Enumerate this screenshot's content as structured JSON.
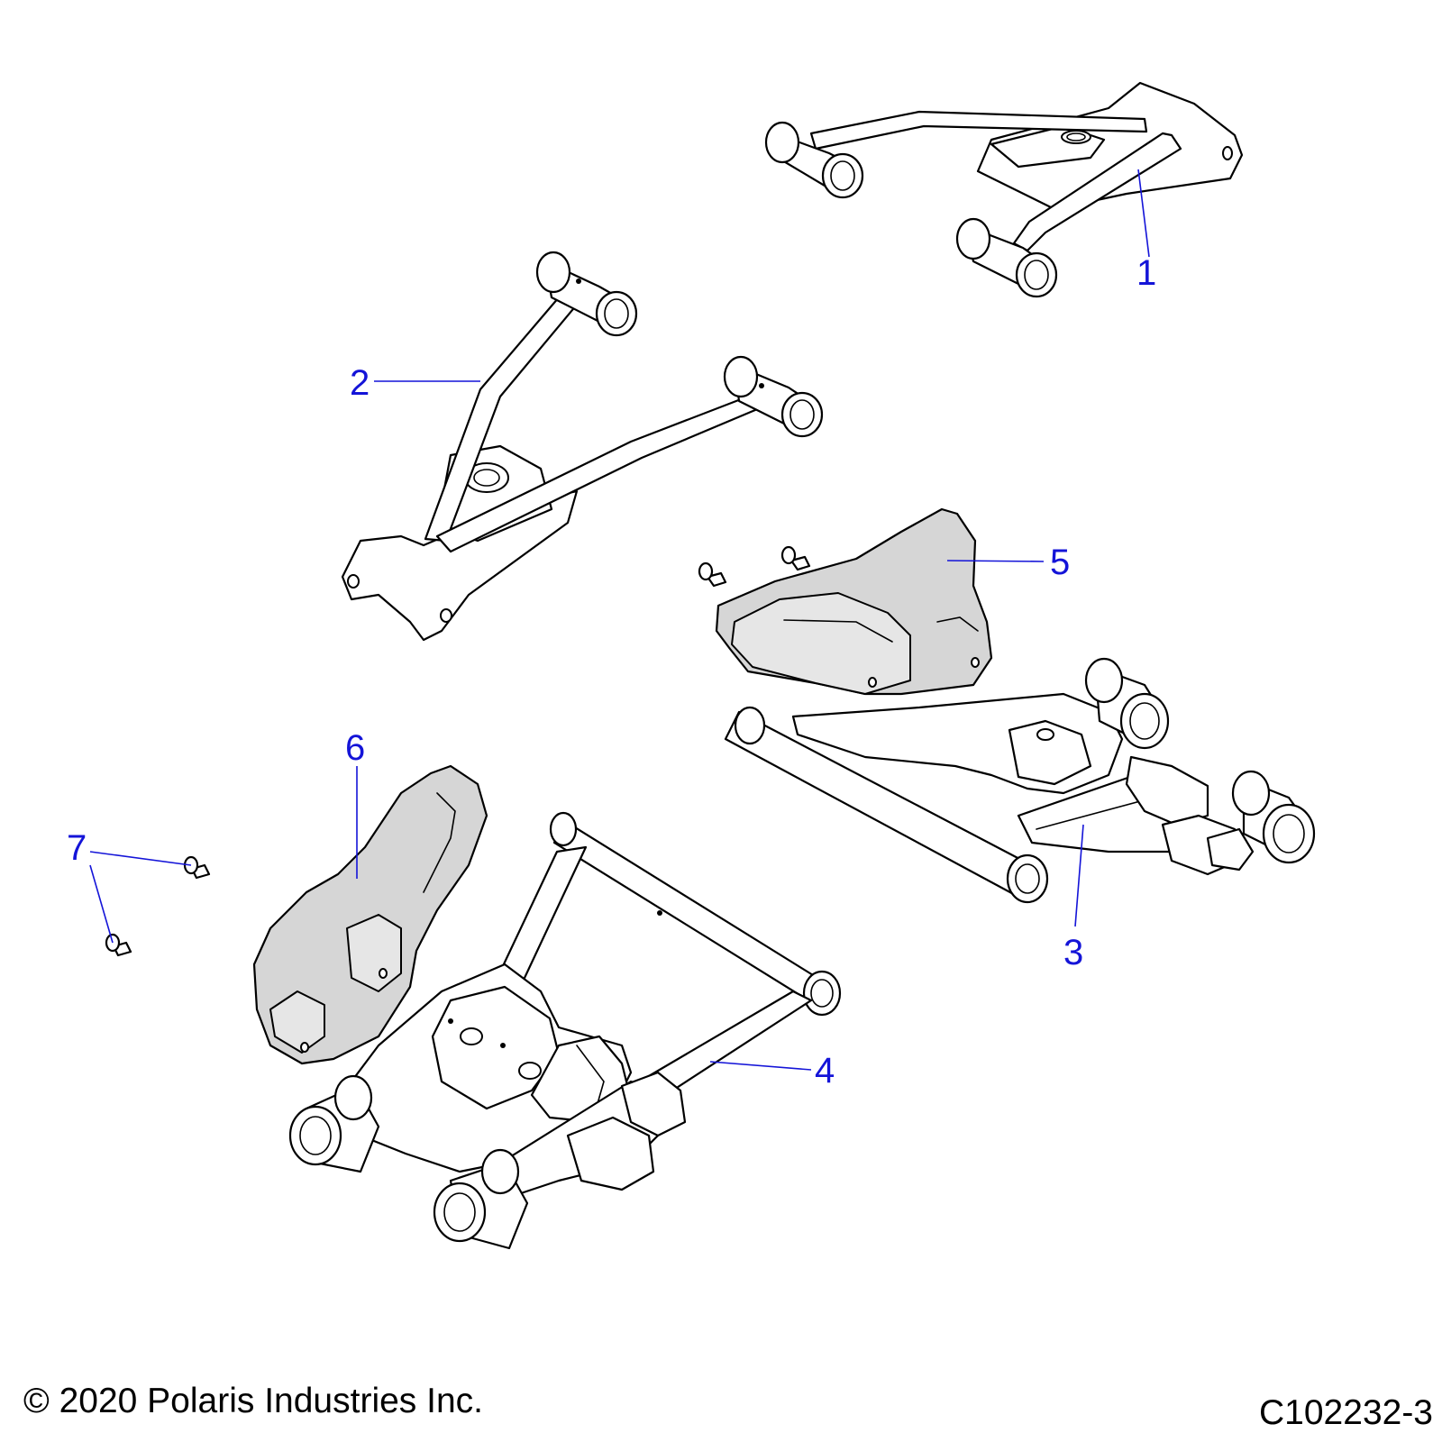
{
  "callouts": [
    {
      "id": "1",
      "label": "1"
    },
    {
      "id": "2",
      "label": "2"
    },
    {
      "id": "3",
      "label": "3"
    },
    {
      "id": "4",
      "label": "4"
    },
    {
      "id": "5",
      "label": "5"
    },
    {
      "id": "6",
      "label": "6"
    },
    {
      "id": "7",
      "label": "7"
    }
  ],
  "footer": {
    "copyright": "© 2020 Polaris Industries Inc.",
    "figure_id": "C102232-3"
  },
  "colors": {
    "callout": "#1414d8",
    "line": "#000000",
    "shade": "#d6d6d6"
  }
}
